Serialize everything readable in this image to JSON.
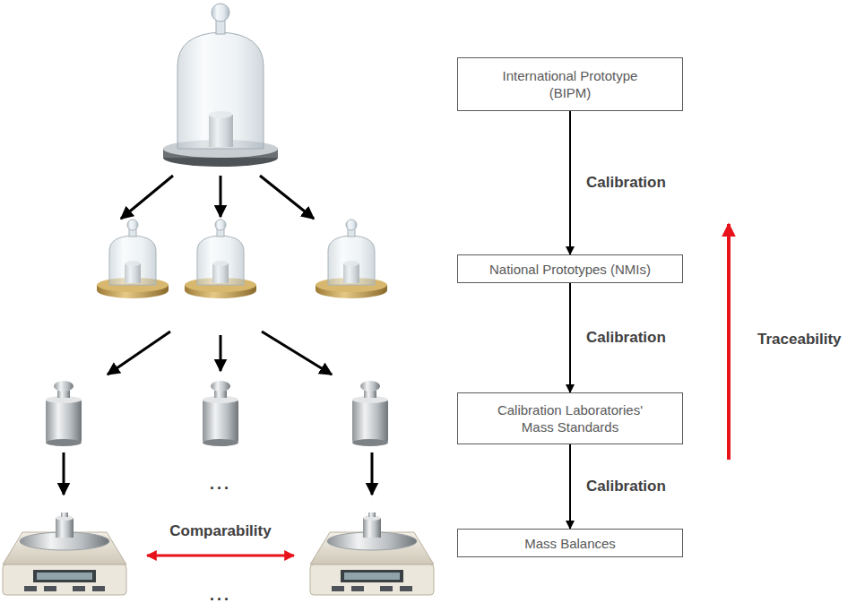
{
  "diagram": {
    "nodes": [
      {
        "text": [
          "International Prototype (BIPM)"
        ]
      },
      {
        "text": [
          "National Prototypes (NMIs)"
        ]
      },
      {
        "text": [
          "Calibration Laboratories' Mass Standards"
        ]
      },
      {
        "text": [
          "Mass Balances"
        ]
      }
    ],
    "edges": [
      {
        "from": 0,
        "to": 1,
        "arrow": "to",
        "label": "Calibration"
      },
      {
        "from": 1,
        "to": 2,
        "arrow": "to",
        "label": "Calibration"
      },
      {
        "from": 2,
        "to": 3,
        "arrow": "to",
        "label": "Calibration"
      }
    ],
    "labels": [
      "Traceability",
      "Comparability",
      "...",
      "..."
    ]
  }
}
